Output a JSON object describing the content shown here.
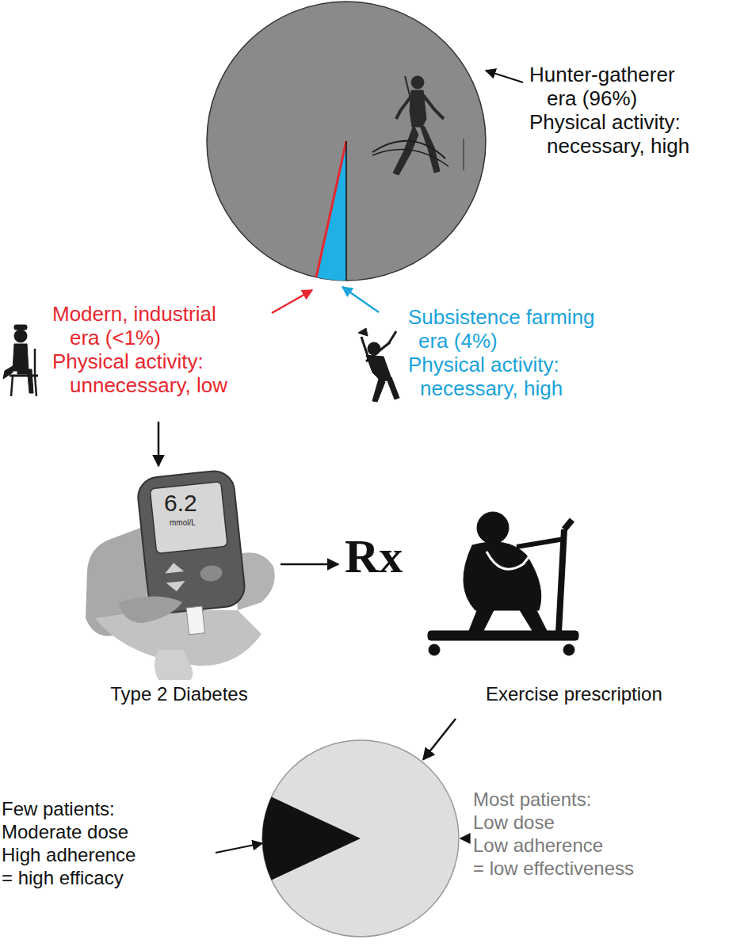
{
  "diagram": {
    "nodes": [
      {
        "text": [
          "Hunter-gatherer",
          "era (96%)",
          "Physical activity:",
          "necessary, high",
          "Modern, industrial",
          "era (<1%)",
          "Physical activity:",
          "unnecessary, low",
          "Subsistence farming",
          "era (4%)",
          "Physical activity:",
          "necessary, high"
        ]
      },
      {
        "text": [
          "6.2",
          "mmol/L",
          "Type 2 Diabetes"
        ]
      },
      {
        "text": [
          "Rx",
          "Exercise prescription"
        ]
      },
      {
        "text": [
          "Few patients:",
          "Moderate dose",
          "High adherence",
          "= high efficacy",
          "Most patients:",
          "Low dose",
          "Low adherence",
          "= low effectiveness"
        ]
      }
    ],
    "edges": [
      {
        "from": 0,
        "to": 1,
        "arrow": "to"
      },
      {
        "from": 1,
        "to": 2,
        "arrow": "to"
      },
      {
        "from": 2,
        "to": 3,
        "arrow": "to"
      }
    ]
  }
}
